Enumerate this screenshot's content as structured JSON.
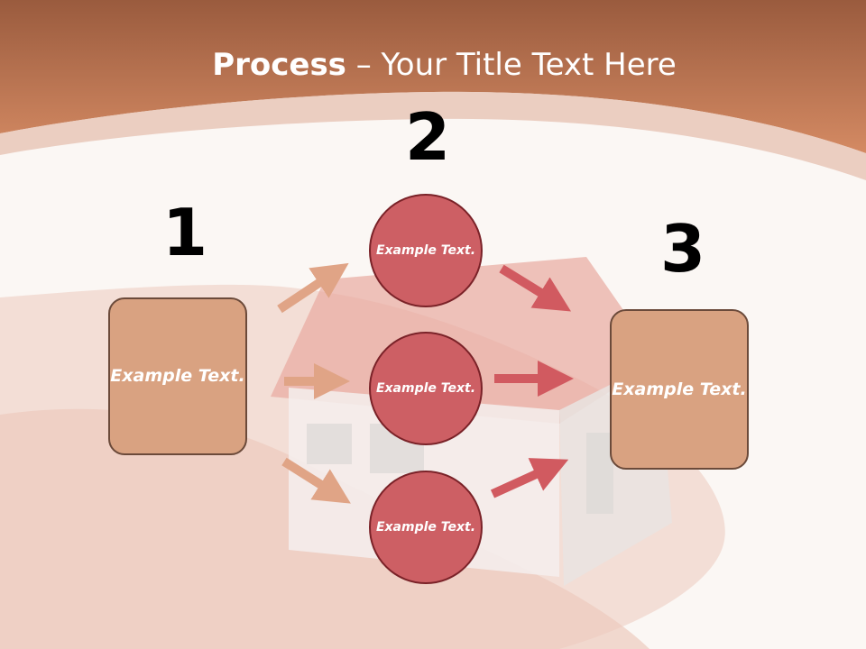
{
  "title": {
    "bold": "Process",
    "rest": " – Your Title Text Here"
  },
  "steps": {
    "one": "1",
    "two": "2",
    "three": "3"
  },
  "left_box": "Example Text.",
  "circles": [
    "Example Text.",
    "Example Text.",
    "Example Text."
  ],
  "right_box": "Example Text.",
  "colors": {
    "header": "#c4825f",
    "box_fill": "#d9a281",
    "circle_fill": "#cd5f64",
    "arrow_light": "#e0a486",
    "arrow_dark": "#d15a60"
  }
}
